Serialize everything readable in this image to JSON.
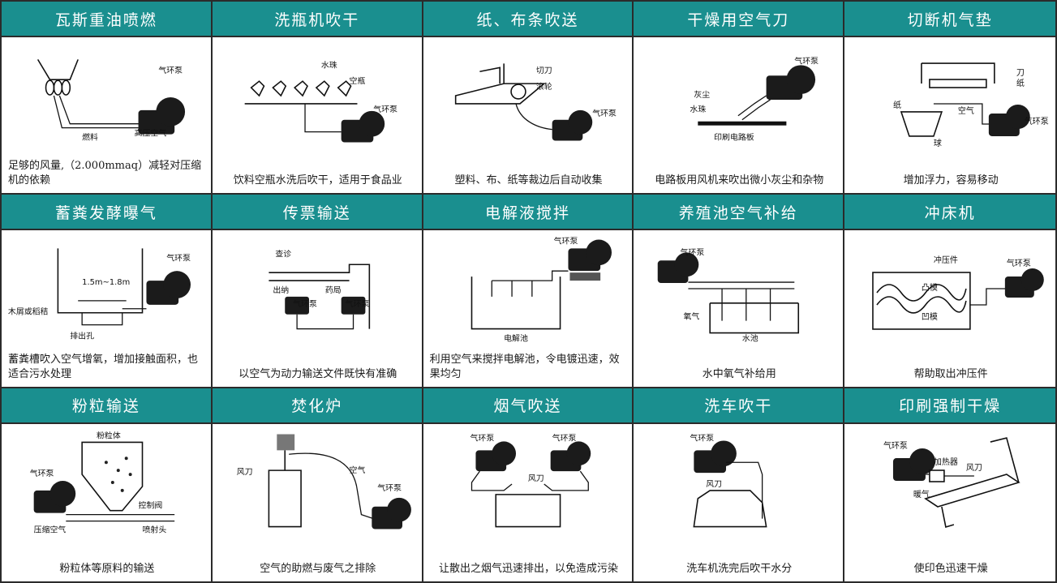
{
  "cells": [
    {
      "title": "瓦斯重油喷燃",
      "caption": "足够的风量,（2.000mmaq）减轻对压缩机的依赖",
      "labels": {
        "a": "气环泵",
        "b": "燃料",
        "c": "高压空气"
      }
    },
    {
      "title": "洗瓶机吹干",
      "caption": "饮料空瓶水洗后吹干，适用于食品业",
      "labels": {
        "a": "水珠",
        "b": "空瓶",
        "c": "气环泵"
      }
    },
    {
      "title": "纸、布条吹送",
      "caption": "塑料、布、纸等裁边后自动收集",
      "labels": {
        "a": "切刀",
        "b": "滚轮",
        "c": "气环泵"
      }
    },
    {
      "title": "干燥用空气刀",
      "caption": "电路板用风机来吹出微小灰尘和杂物",
      "labels": {
        "a": "气环泵",
        "b": "灰尘",
        "c": "水珠",
        "d": "印刷电路板"
      }
    },
    {
      "title": "切断机气垫",
      "caption": "增加浮力，容易移动",
      "labels": {
        "a": "刀",
        "b": "纸",
        "c": "纸",
        "d": "空气",
        "e": "球",
        "f": "气环泵"
      }
    },
    {
      "title": "蓄粪发酵曝气",
      "caption": "蓄粪槽吹入空气增氧，增加接触面积，也适合污水处理",
      "labels": {
        "a": "气环泵",
        "b": "1.5m~1.8m",
        "c": "木屑或稻秸",
        "d": "排出孔"
      }
    },
    {
      "title": "传票输送",
      "caption": "以空气为动力输送文件既快有准确",
      "labels": {
        "a": "查诊",
        "b": "出纳",
        "c": "药局",
        "d": "气环泵",
        "e": "气环泵"
      }
    },
    {
      "title": "电解液搅拌",
      "caption": "利用空气来搅拌电解池，令电镀迅速，效果均匀",
      "labels": {
        "a": "气环泵",
        "b": "电解池"
      }
    },
    {
      "title": "养殖池空气补给",
      "caption": "水中氧气补给用",
      "labels": {
        "a": "气环泵",
        "b": "氧气",
        "c": "水池"
      }
    },
    {
      "title": "冲床机",
      "caption": "帮助取出冲压件",
      "labels": {
        "a": "冲压件",
        "b": "气环泵",
        "c": "凸模",
        "d": "凹模"
      }
    },
    {
      "title": "粉粒输送",
      "caption": "粉粒体等原料的输送",
      "labels": {
        "a": "粉粒体",
        "b": "气环泵",
        "c": "控制阀",
        "d": "压缩空气",
        "e": "喷射头"
      }
    },
    {
      "title": "焚化炉",
      "caption": "空气的助燃与废气之排除",
      "labels": {
        "a": "风刀",
        "b": "空气",
        "c": "气环泵"
      }
    },
    {
      "title": "烟气吹送",
      "caption": "让散出之烟气迅速排出，以免造成污染",
      "labels": {
        "a": "气环泵",
        "b": "气环泵",
        "c": "风刀"
      }
    },
    {
      "title": "洗车吹干",
      "caption": "洗车机洗完后吹干水分",
      "labels": {
        "a": "气环泵",
        "b": "风刀"
      }
    },
    {
      "title": "印刷强制干燥",
      "caption": "使印色迅速干燥",
      "labels": {
        "a": "气环泵",
        "b": "加热器",
        "c": "风刀",
        "d": "暖气"
      }
    }
  ]
}
